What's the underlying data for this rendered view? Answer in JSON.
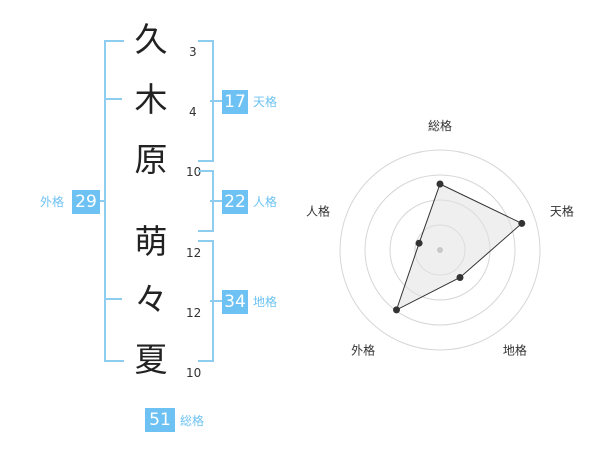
{
  "name_chars": [
    {
      "char": "久",
      "strokes": "3"
    },
    {
      "char": "木",
      "strokes": "4"
    },
    {
      "char": "原",
      "strokes": "10"
    },
    {
      "char": "萌",
      "strokes": "12"
    },
    {
      "char": "々",
      "strokes": "12"
    },
    {
      "char": "夏",
      "strokes": "10"
    }
  ],
  "scores": {
    "tenkaku": {
      "label": "天格",
      "value": "17"
    },
    "jinkaku": {
      "label": "人格",
      "value": "22"
    },
    "chikaku": {
      "label": "地格",
      "value": "34"
    },
    "gaikaku": {
      "label": "外格",
      "value": "29"
    },
    "soukaku": {
      "label": "総格",
      "value": "51"
    }
  },
  "colors": {
    "accent": "#6dc2f3",
    "bracket": "#8fcdf0"
  },
  "chart_data": {
    "type": "radar",
    "axes": [
      "総格",
      "天格",
      "地格",
      "外格",
      "人格"
    ],
    "values": [
      3.3,
      4.3,
      1.7,
      3.7,
      1.1
    ],
    "rmax": 5,
    "rings": 4
  }
}
